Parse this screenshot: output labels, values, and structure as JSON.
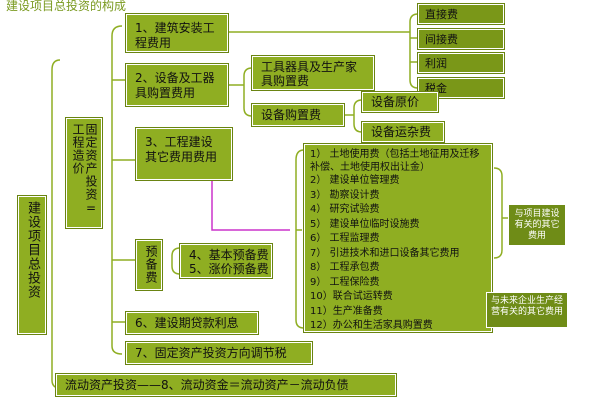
{
  "title": "建设项目总投资的构成",
  "root": "建设项目总投资",
  "fixed_assets": "固定资产投资=工程造价",
  "branches": {
    "b1": "1、建筑安装工程费用",
    "b2": "2、设备及工器具购置费用",
    "b3": "3、工程建设其它费用费用",
    "b4_group": "预备费",
    "b4a": "4、基本预备费",
    "b4b": "5、涨价预备费",
    "b6": "6、建设期贷款利息",
    "b7": "7、固定资产投资方向调节税"
  },
  "b1_children": [
    "直接费",
    "间接费",
    "利润",
    "税金"
  ],
  "b2_children": {
    "tools": "工具器具及生产家具购置费",
    "equipment": "设备购置费"
  },
  "equipment_children": [
    "设备原价",
    "设备运杂费"
  ],
  "other_costs": [
    "1） 土地使用费（包括土地征用及迁移补偿、土地使用权出让金）",
    "2） 建设单位管理费",
    "3） 勘察设计费",
    "4） 研究试验费",
    "5） 建设单位临时设施费",
    "6） 工程监理费",
    "7） 引进技术和进口设备其它费用",
    "8） 工程承包费",
    "9） 工程保险费",
    "10）联合试运转费",
    "11）生产准备费",
    "12）办公和生活家具购置费"
  ],
  "note_related": "与项目建设有关的其它费用",
  "note_future": "与未来企业生产经营有关的其它费用",
  "current_assets": "流动资产投资——8、流动资金＝流动资产－流动负债",
  "colors": {
    "box": "#8fae22",
    "line": "#8fae22",
    "connector": "#cc33cc"
  }
}
